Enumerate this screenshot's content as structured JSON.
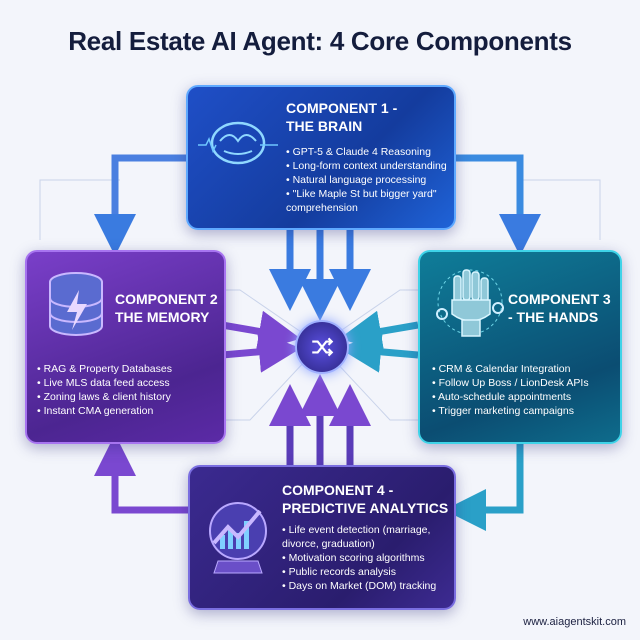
{
  "title": "Real Estate AI Agent: 4 Core Components",
  "colors": {
    "brain": "#1f4fc7",
    "memory": "#6a35b8",
    "hands": "#0b5f82",
    "analytics": "#2f2280",
    "title": "#141d3d"
  },
  "hub": {
    "icon": "shuffle-icon"
  },
  "components": [
    {
      "title_line1": "COMPONENT 1 -",
      "title_line2": "THE BRAIN",
      "icon": "brain-icon",
      "items": [
        "GPT-5 & Claude 4 Reasoning",
        "Long-form context understanding",
        "Natural language processing",
        "\"Like Maple St but bigger yard\" comprehension"
      ]
    },
    {
      "title_line1": "COMPONENT 2",
      "title_line2": "THE MEMORY",
      "icon": "database-icon",
      "items": [
        "RAG & Property Databases",
        "Live MLS data feed access",
        "Zoning laws & client history",
        "Instant CMA generation"
      ]
    },
    {
      "title_line1": "COMPONENT 3",
      "title_line2": "- THE HANDS",
      "icon": "robot-hand-icon",
      "items": [
        "CRM & Calendar Integration",
        "Follow Up Boss / LionDesk APIs",
        "Auto-schedule appointments",
        "Trigger marketing campaigns"
      ]
    },
    {
      "title_line1": "COMPONENT 4 -",
      "title_line2": "PREDICTIVE ANALYTICS",
      "icon": "crystal-ball-chart-icon",
      "items": [
        "Life event detection (marriage, divorce, graduation)",
        "Motivation scoring algorithms",
        "Public records analysis",
        "Days on Market (DOM) tracking"
      ]
    }
  ],
  "footer": "www.aiagentskit.com"
}
